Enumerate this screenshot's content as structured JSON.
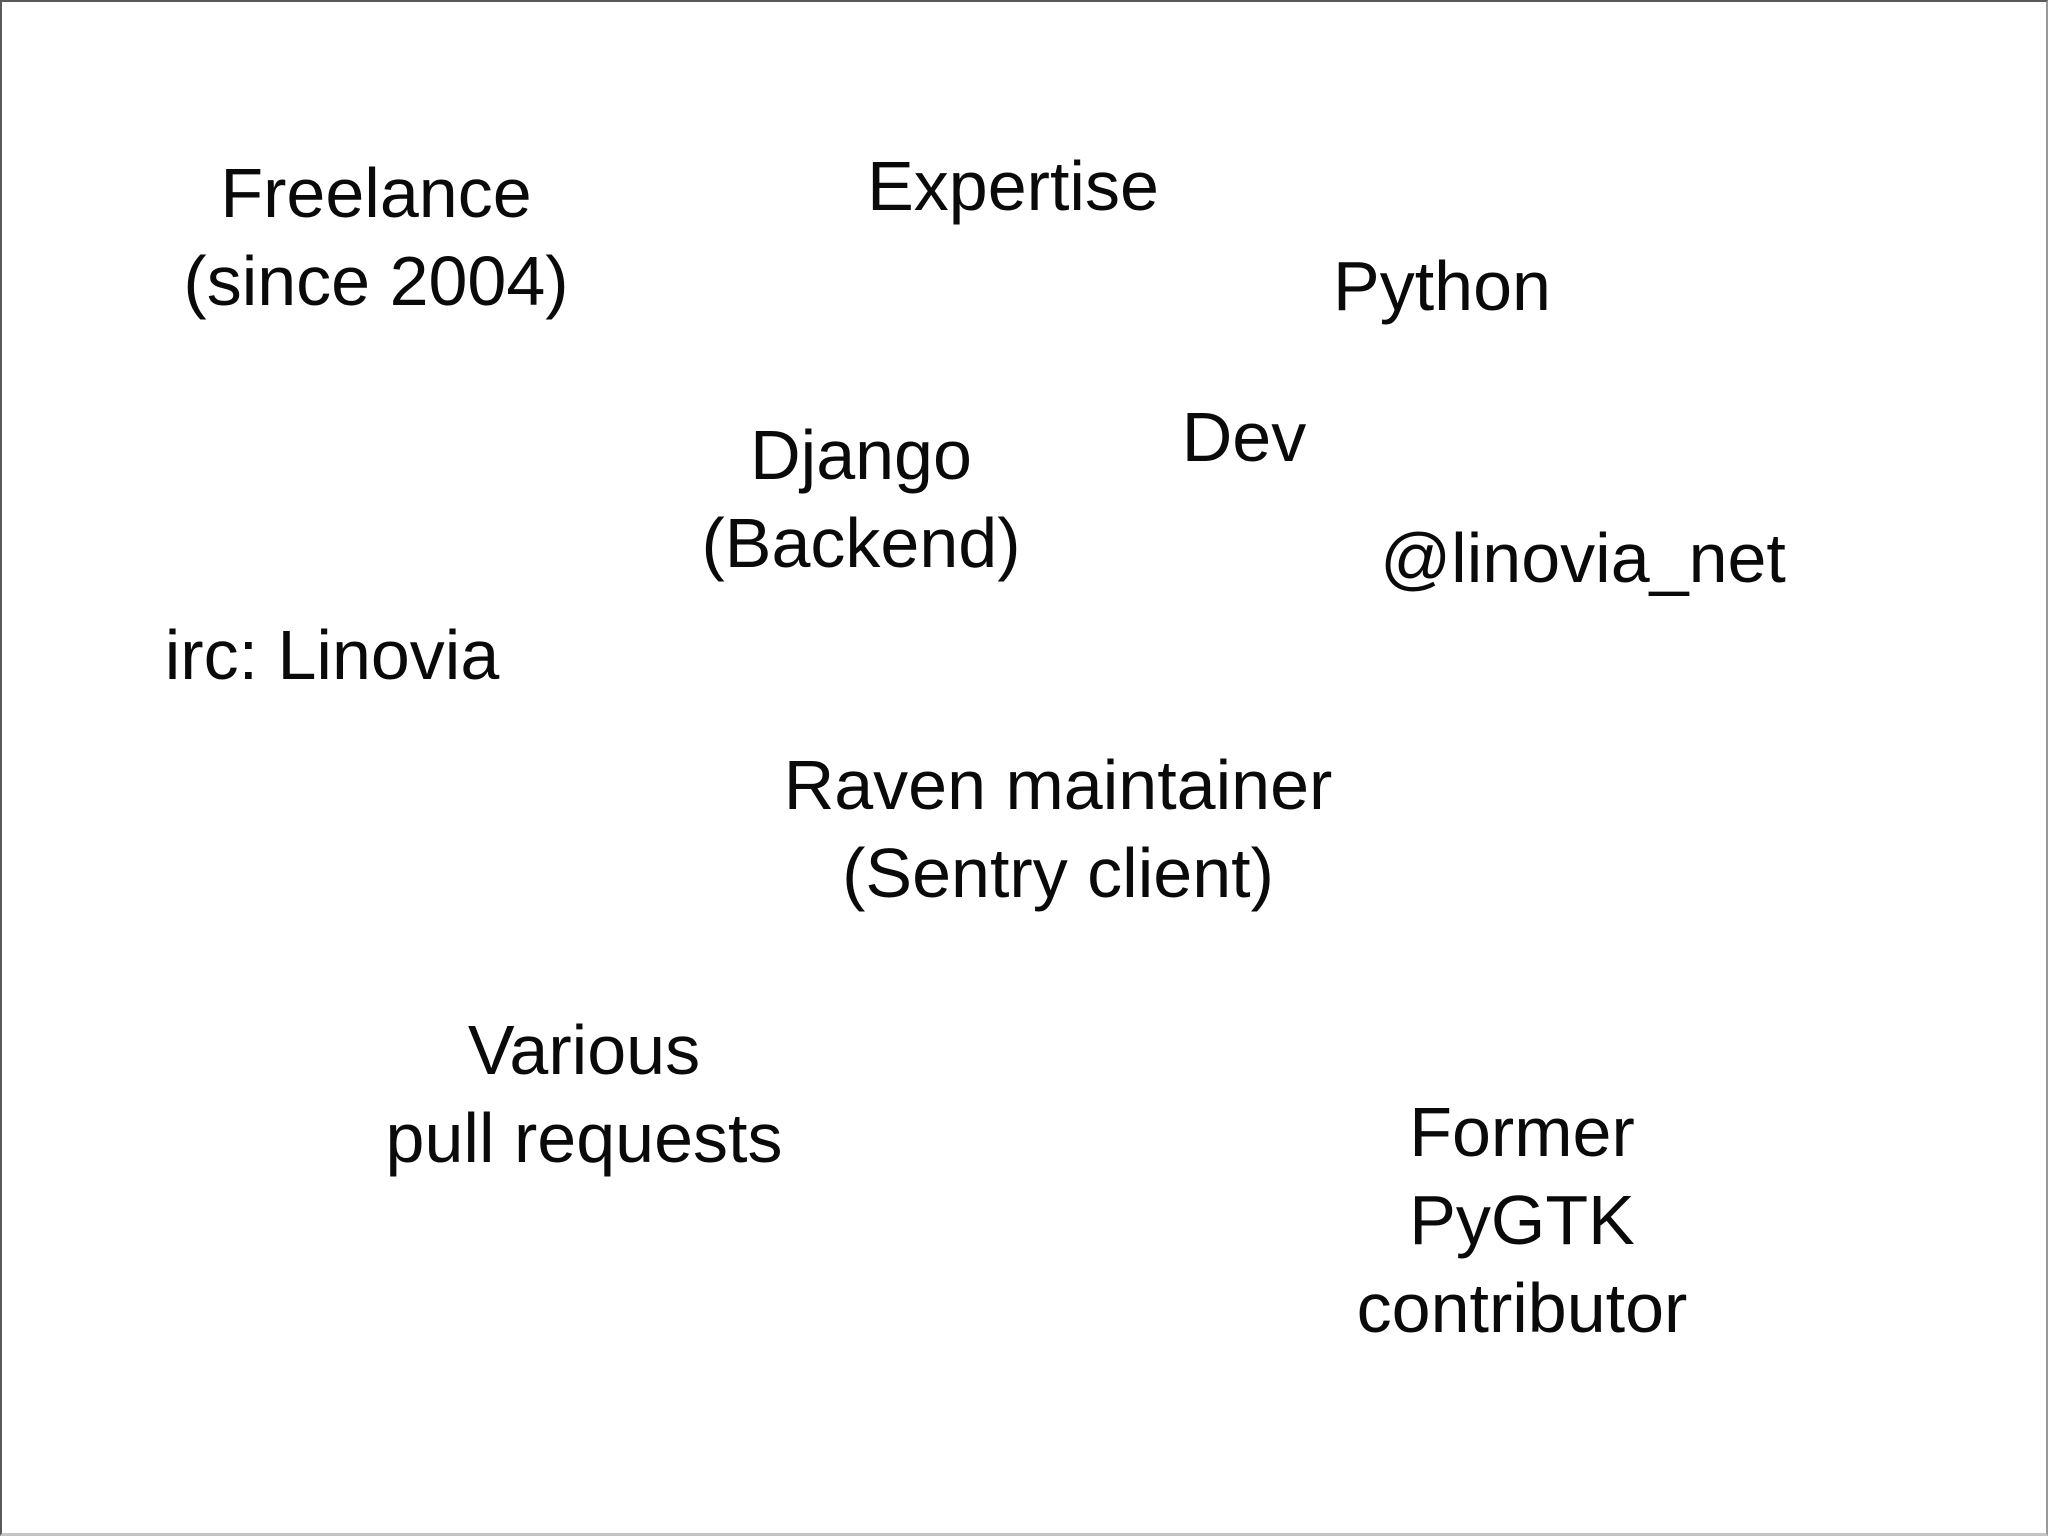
{
  "slide": {
    "background_color": "#ffffff",
    "text_color": "#0a0a0a",
    "frame_color": "#8a8a8a",
    "items": [
      {
        "id": "freelance",
        "lines": [
          "Freelance",
          "(since 2004)"
        ]
      },
      {
        "id": "expertise",
        "lines": [
          "Expertise"
        ]
      },
      {
        "id": "python",
        "lines": [
          "Python"
        ]
      },
      {
        "id": "django",
        "lines": [
          "Django",
          "(Backend)"
        ]
      },
      {
        "id": "dev",
        "lines": [
          "Dev"
        ]
      },
      {
        "id": "twitter",
        "lines": [
          "@linovia_net"
        ]
      },
      {
        "id": "irc",
        "lines": [
          "irc: Linovia"
        ]
      },
      {
        "id": "raven",
        "lines": [
          "Raven maintainer",
          "(Sentry client)"
        ]
      },
      {
        "id": "pull-requests",
        "lines": [
          "Various",
          "pull requests"
        ]
      },
      {
        "id": "pygtk",
        "lines": [
          "Former",
          "PyGTK",
          "contributor"
        ]
      }
    ]
  }
}
